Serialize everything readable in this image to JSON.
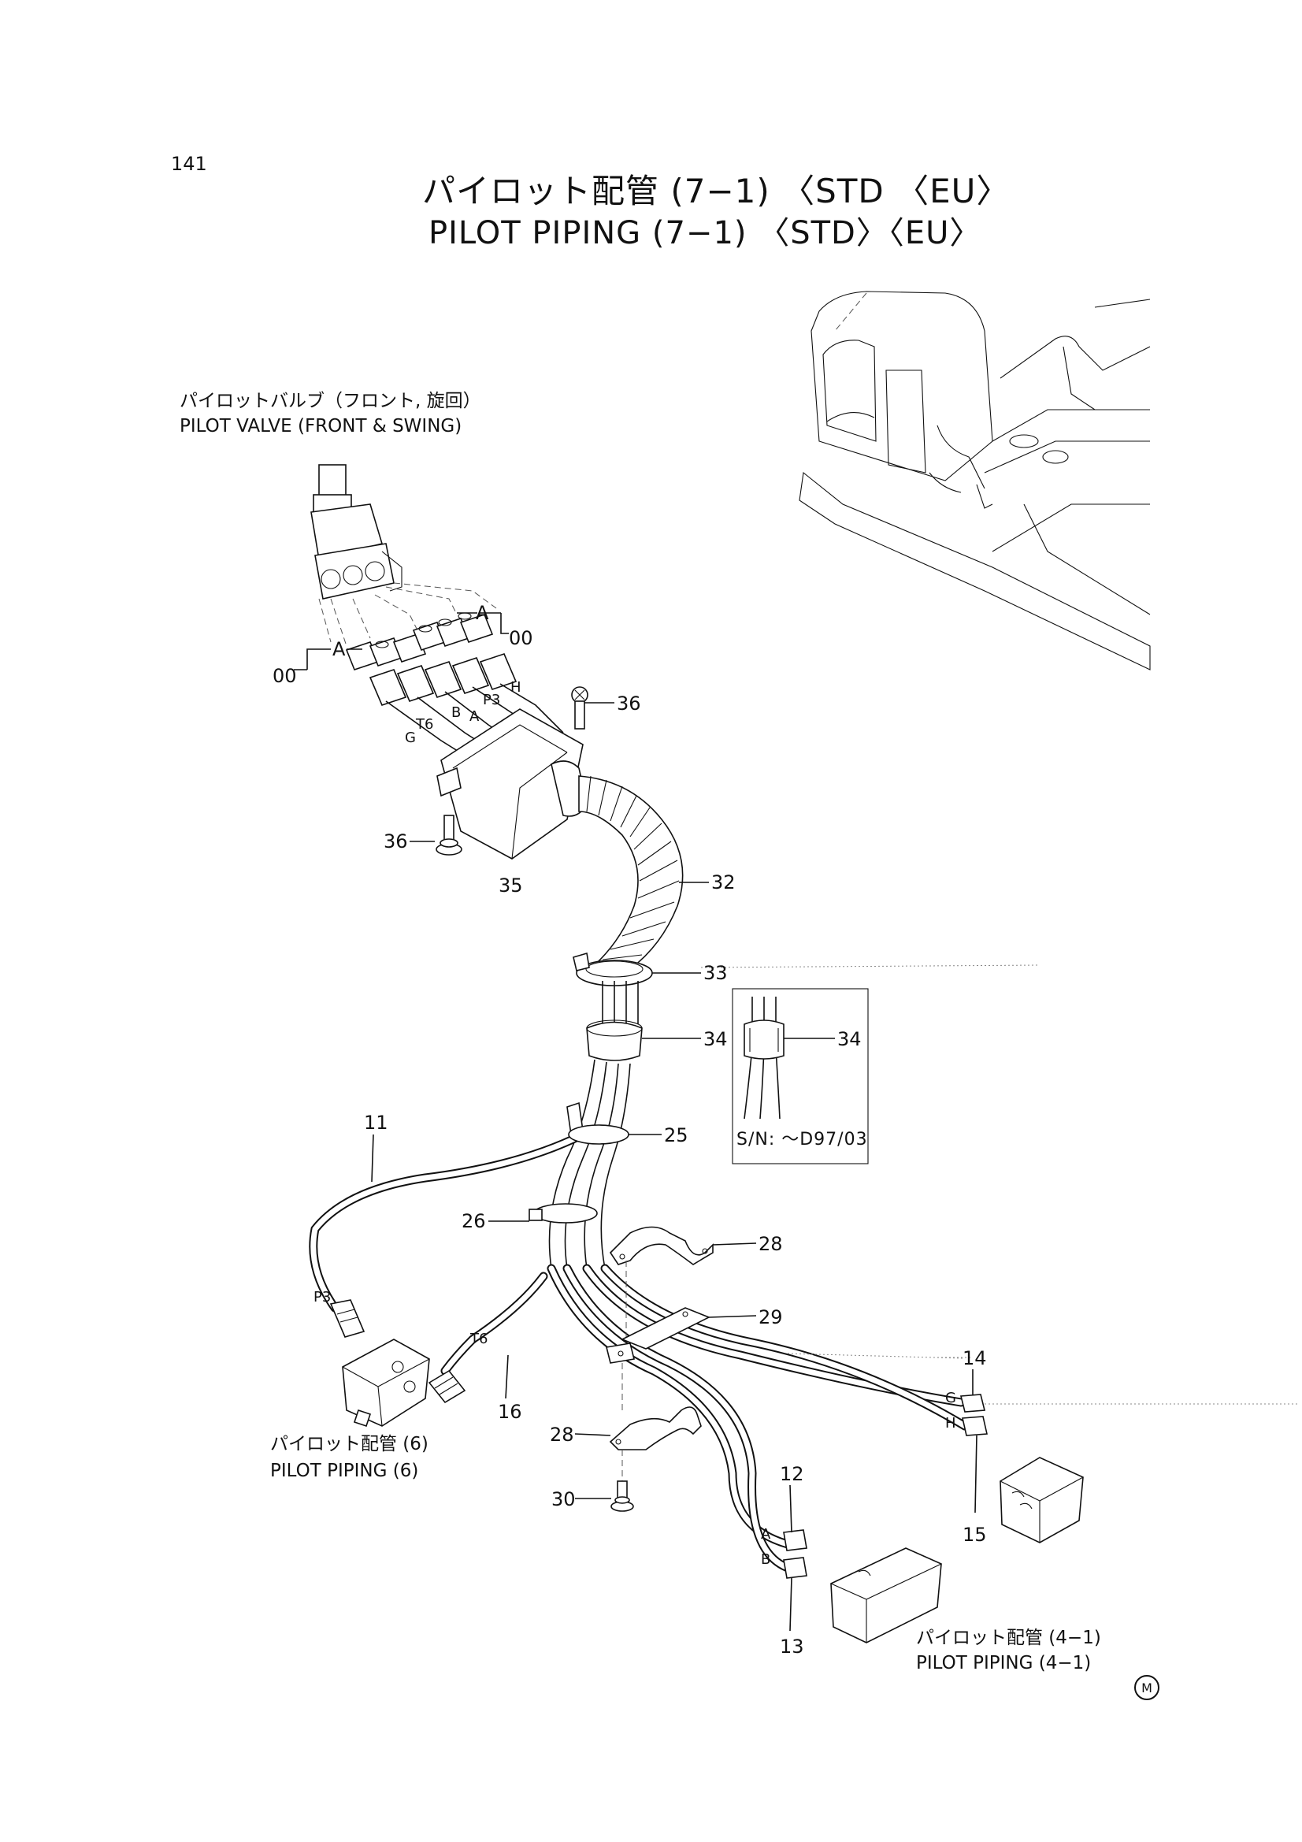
{
  "page_number": "141",
  "title": {
    "jp": "パイロット配管 (7−1) 〈STD 〈EU〉",
    "en": "PILOT PIPING (7−1) 〈STD〉〈EU〉"
  },
  "component_labels": {
    "pilot_valve_jp": "パイロットバルブ（フロント, 旋回）",
    "pilot_valve_en": "PILOT VALVE (FRONT & SWING)",
    "pilot_piping_6_jp": "パイロット配管 (6)",
    "pilot_piping_6_en": "PILOT PIPING (6)",
    "pilot_piping_41_jp": "パイロット配管 (4−1)",
    "pilot_piping_41_en": "PILOT PIPING (4−1)"
  },
  "callouts": {
    "c00a": "00",
    "c00b": "00",
    "c36a": "36",
    "c36b": "36",
    "c35": "35",
    "c32": "32",
    "c33": "33",
    "c34": "34",
    "c34_inset": "34",
    "c25": "25",
    "c11": "11",
    "c26": "26",
    "c28a": "28",
    "c28b": "28",
    "c29": "29",
    "c16": "16",
    "c30": "30",
    "c14": "14",
    "c15": "15",
    "c12": "12",
    "c13": "13"
  },
  "port_letters": {
    "A1": "A",
    "A2": "A",
    "H_top": "H",
    "P3_top": "P3",
    "B_top": "B",
    "A_top": "A",
    "T6_top": "T6",
    "G_top": "G",
    "P3": "P3",
    "T6": "T6",
    "G": "G",
    "H": "H",
    "A": "A",
    "B": "B"
  },
  "inset_serial": "S/N: ～D97/03",
  "mark_symbol": "M"
}
